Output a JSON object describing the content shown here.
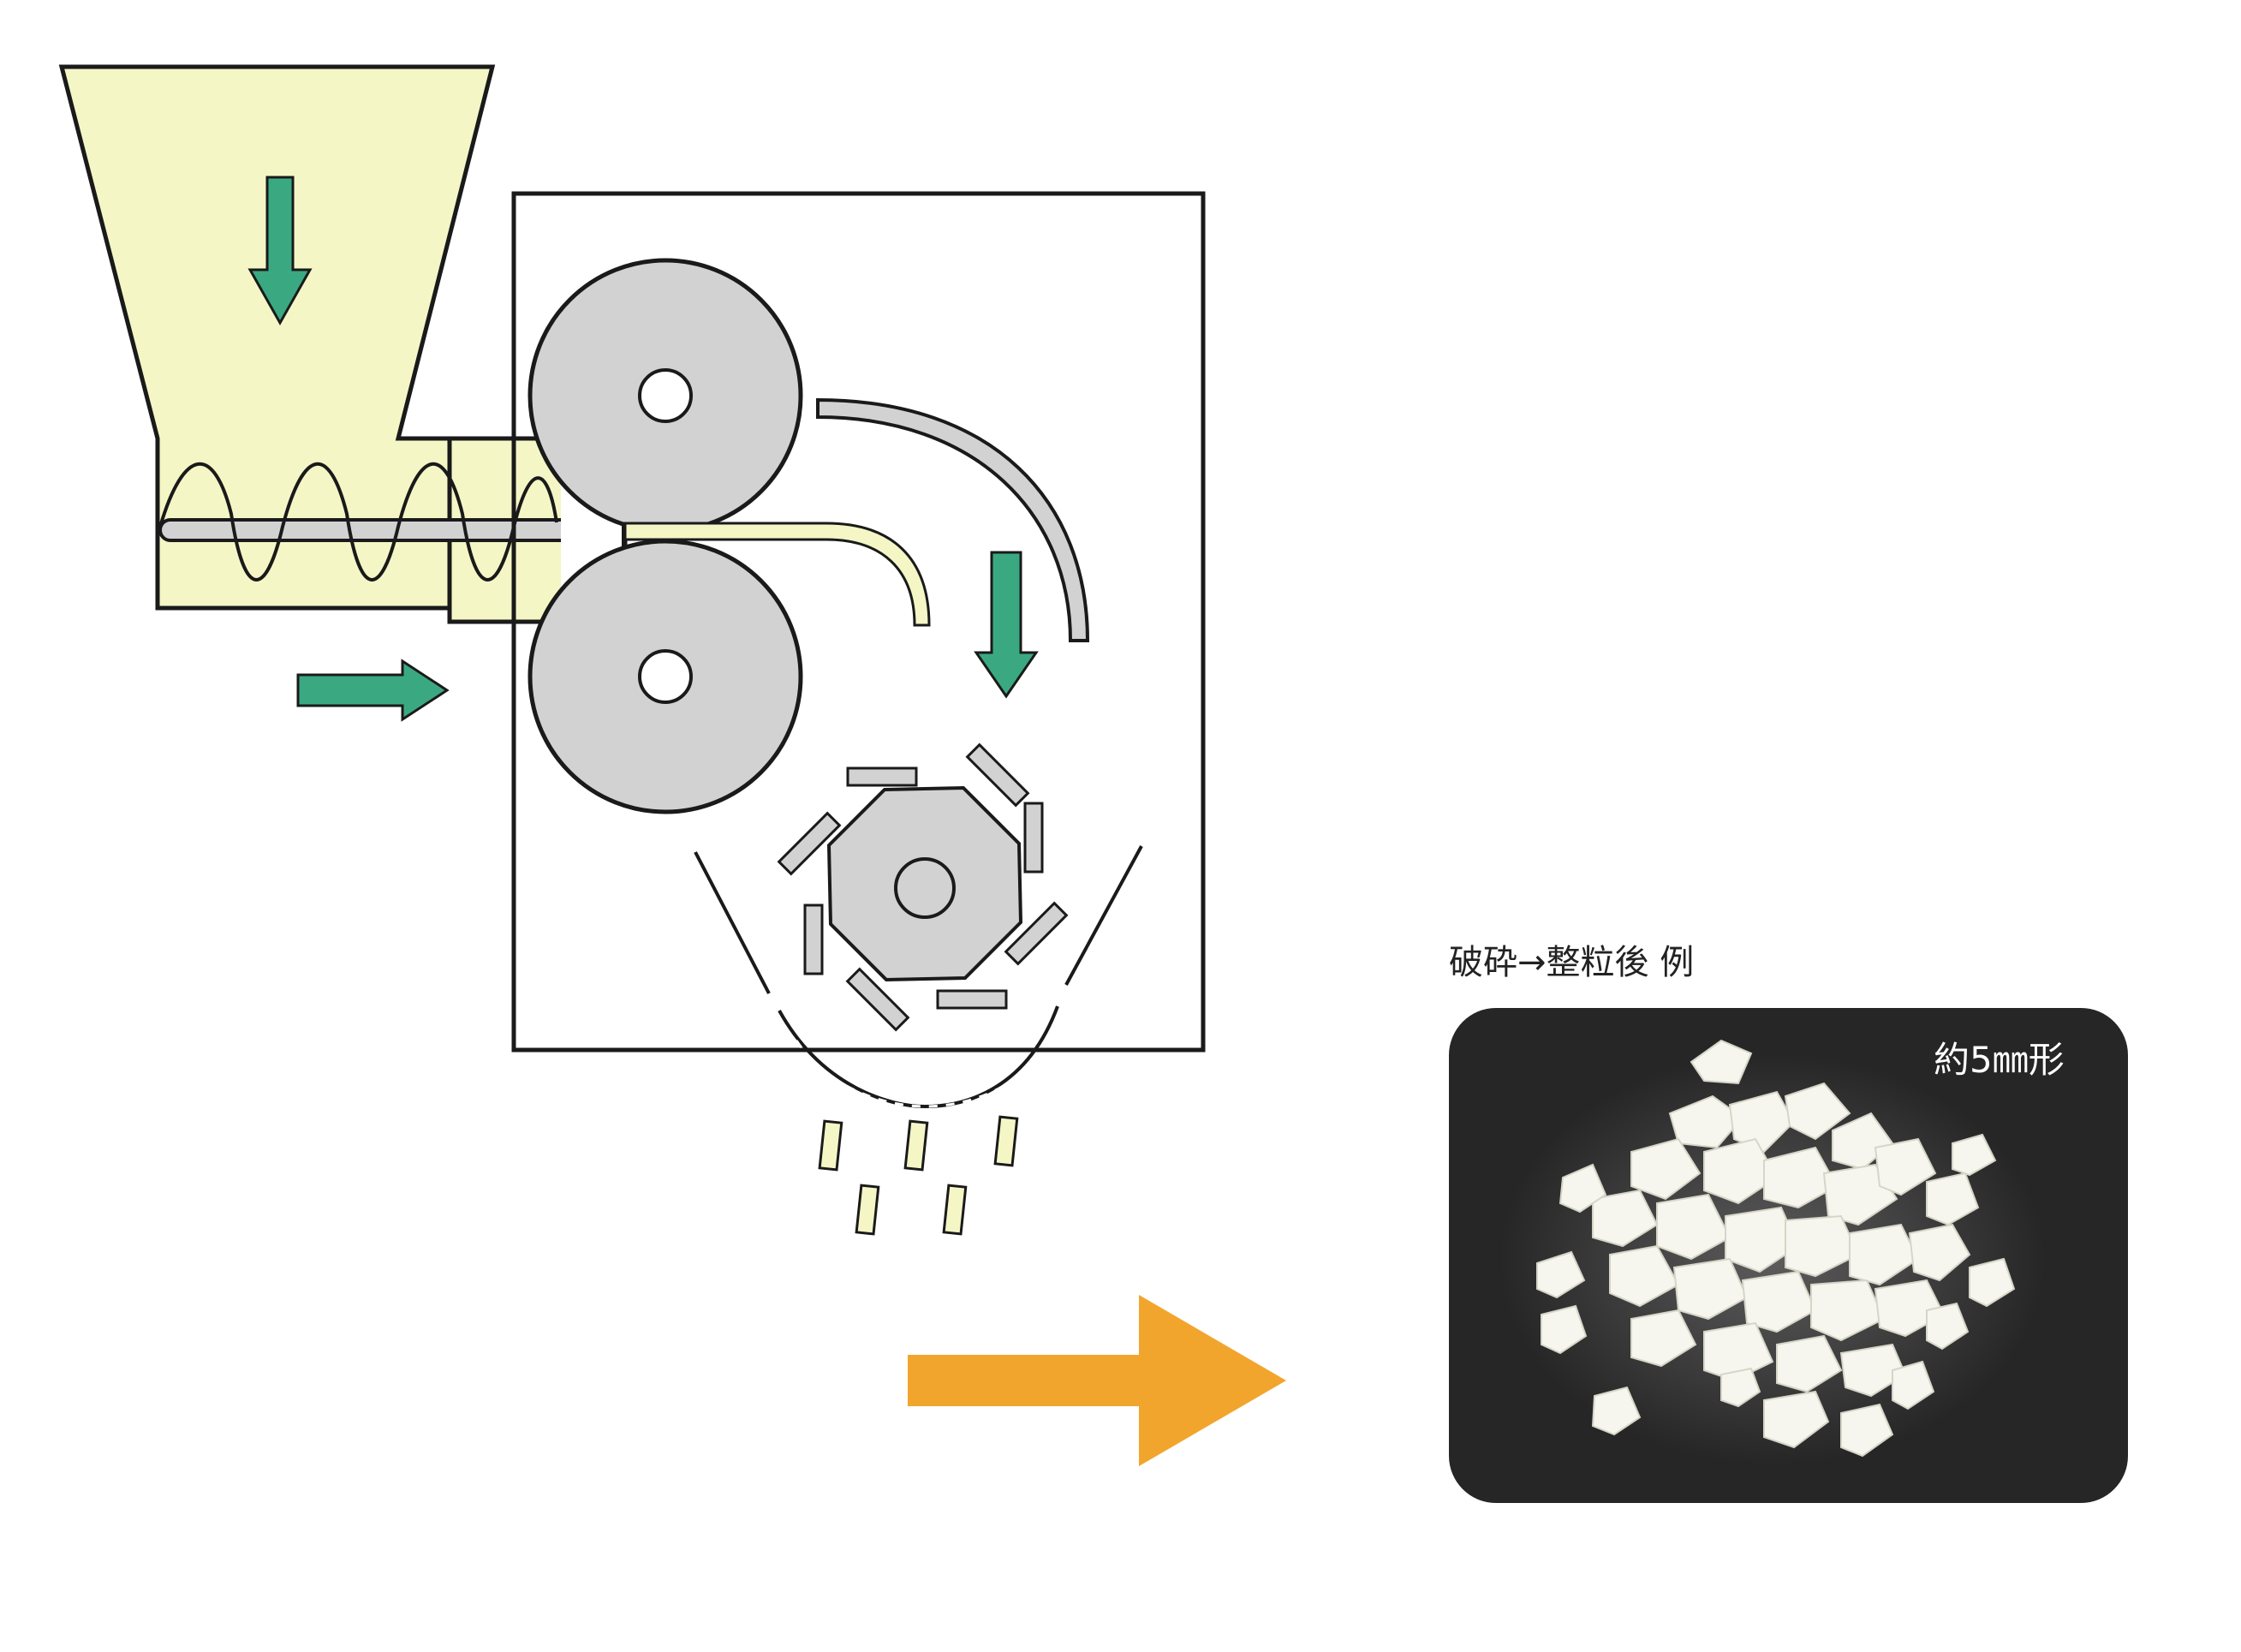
{
  "labels": {
    "caption": "破砕→整粒後 例",
    "size_label": "約5㎜形"
  },
  "colors": {
    "hopper_fill": "#f4f6c6",
    "machine_stroke": "#1a1a1a",
    "roller_fill": "#d2d2d2",
    "flow_arrow": "#3aa982",
    "output_arrow": "#f2a52c",
    "photo_background": "#262626",
    "granule": "#f6f6ee"
  },
  "icons": {
    "hopper": "hopper-icon",
    "screw": "screw-conveyor-icon",
    "rollers": "crushing-roller-icon",
    "rotor": "granulator-rotor-icon",
    "screen": "screen-icon",
    "flow": "arrow-icon",
    "result_photo": "granule-photo"
  }
}
